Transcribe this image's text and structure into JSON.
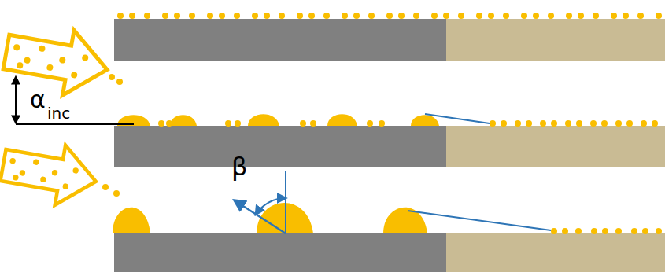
{
  "diagram": {
    "labels": [
      "α",
      "inc",
      "β"
    ]
  }
}
